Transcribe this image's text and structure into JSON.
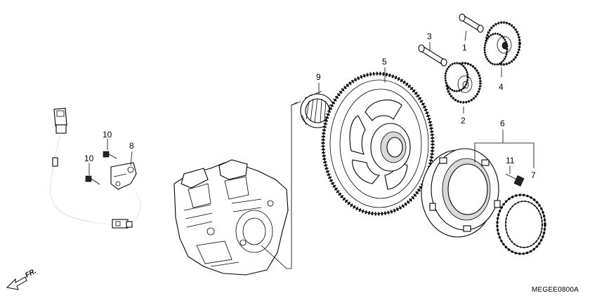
{
  "diagram": {
    "callouts": [
      {
        "id": "1",
        "label": "1"
      },
      {
        "id": "2",
        "label": "2"
      },
      {
        "id": "3",
        "label": "3"
      },
      {
        "id": "4",
        "label": "4"
      },
      {
        "id": "5",
        "label": "5"
      },
      {
        "id": "6",
        "label": "6"
      },
      {
        "id": "7",
        "label": "7"
      },
      {
        "id": "8",
        "label": "8"
      },
      {
        "id": "9",
        "label": "9"
      },
      {
        "id": "10a",
        "label": "10"
      },
      {
        "id": "10b",
        "label": "10"
      },
      {
        "id": "11",
        "label": "11"
      }
    ],
    "direction_label": "FR.",
    "figure_code": "MEGEE0800A"
  }
}
